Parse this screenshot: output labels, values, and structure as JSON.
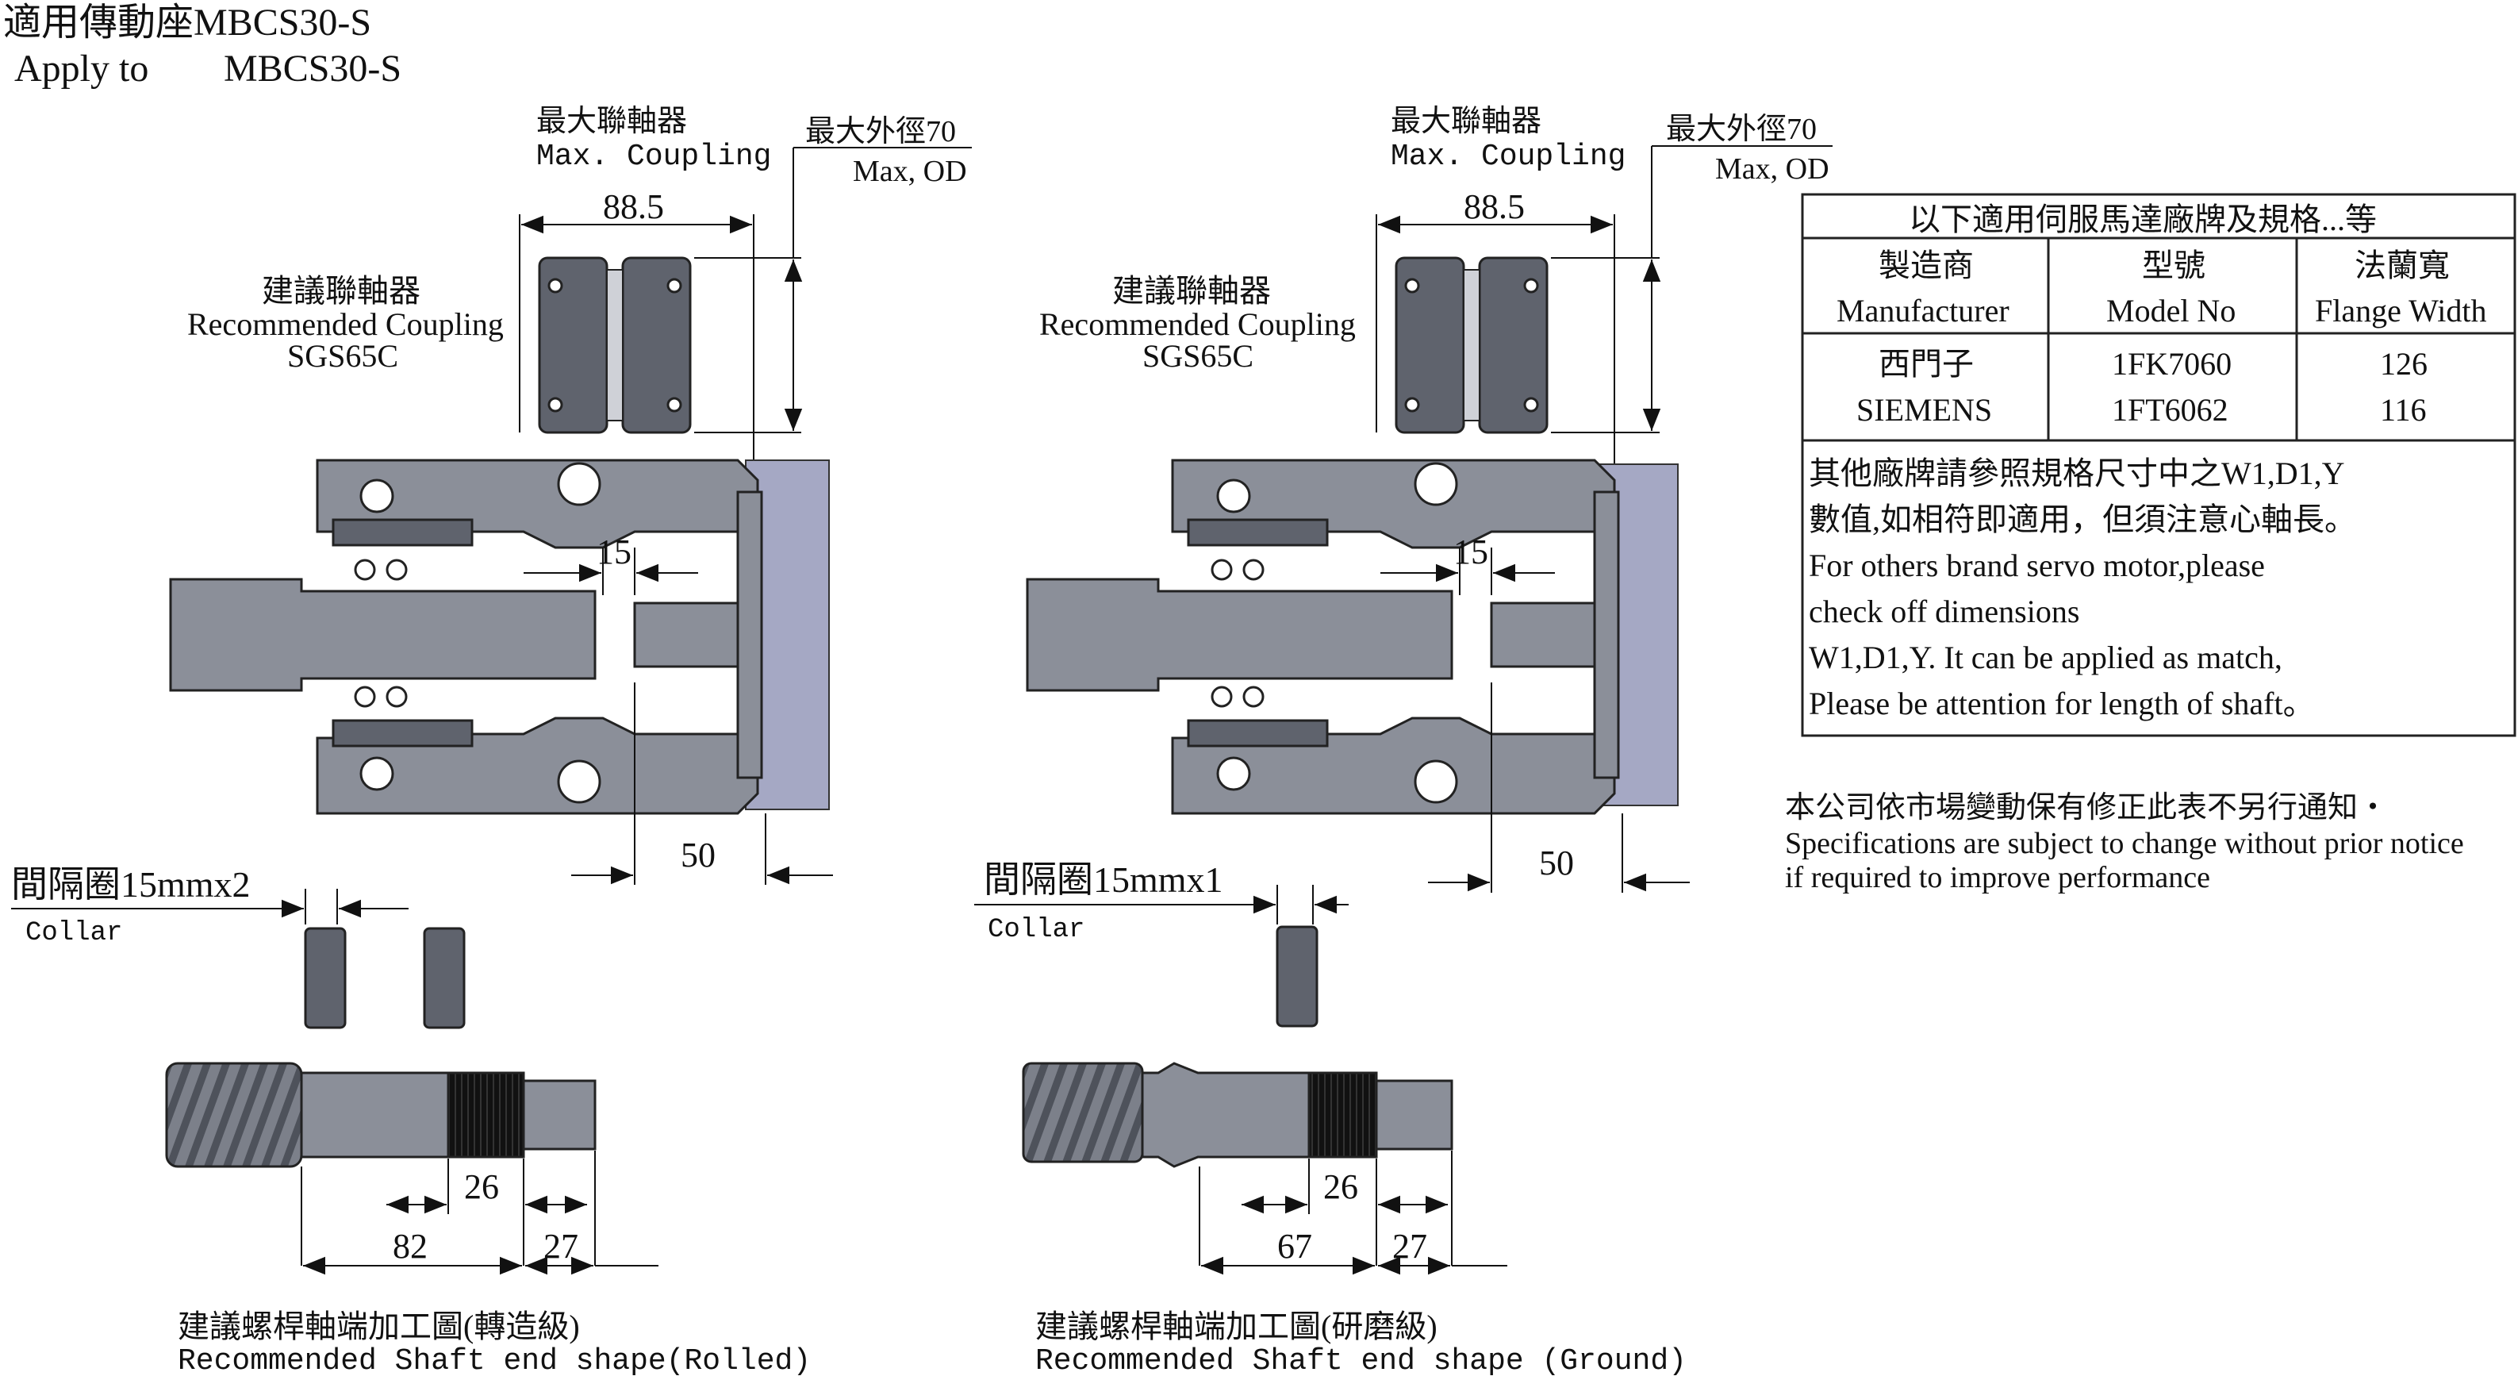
{
  "header": {
    "title_zh": "適用傳動座MBCS30-S",
    "title_en_label": "Apply to",
    "title_en_model": "MBCS30-S"
  },
  "left_assembly": {
    "max_coupling_zh": "最大聯軸器",
    "max_coupling_en": "Max. Coupling",
    "max_od_zh": "最大外徑70",
    "max_od_en": "Max, OD",
    "dim_coupling_len": "88.5",
    "recommended_zh": "建議聯軸器",
    "recommended_en": "Recommended Coupling",
    "recommended_model": "SGS65C",
    "dim_gap": "15",
    "dim_flange": "50",
    "collar_zh": "間隔圈15mmx2",
    "collar_en": "Collar",
    "dim_thread": "26",
    "dim_shaft": "82",
    "dim_end": "27",
    "shaft_caption_zh": "建議螺桿軸端加工圖(轉造級)",
    "shaft_caption_en": "Recommended Shaft end shape(Rolled)"
  },
  "right_assembly": {
    "max_coupling_zh": "最大聯軸器",
    "max_coupling_en": "Max. Coupling",
    "max_od_zh": "最大外徑70",
    "max_od_en": "Max, OD",
    "dim_coupling_len": "88.5",
    "recommended_zh": "建議聯軸器",
    "recommended_en": "Recommended Coupling",
    "recommended_model": "SGS65C",
    "dim_gap": "15",
    "dim_flange": "50",
    "collar_zh": "間隔圈15mmx1",
    "collar_en": "Collar",
    "dim_thread": "26",
    "dim_shaft": "67",
    "dim_end": "27",
    "shaft_caption_zh": "建議螺桿軸端加工圖(研磨級)",
    "shaft_caption_en": "Recommended Shaft end shape (Ground)"
  },
  "spec_table": {
    "title": "以下適用伺服馬達廠牌及規格...等",
    "headers_zh": [
      "製造商",
      "型號",
      "法蘭寬"
    ],
    "headers_en": [
      "Manufacturer",
      "Model No",
      "Flange Width"
    ],
    "rows": [
      [
        "西門子",
        "1FK7060",
        "126"
      ],
      [
        "SIEMENS",
        "1FT6062",
        "116"
      ]
    ],
    "notes": [
      "其他廠牌請參照規格尺寸中之W1,D1,Y",
      "數值,如相符即適用，但須注意心軸長。",
      "For others brand servo motor,please",
      "check off dimensions",
      "W1,D1,Y. It can be applied as match,",
      "Please be attention for length of shaft。"
    ]
  },
  "disclaimer": {
    "zh": "本公司依市場變動保有修正此表不另行通知・",
    "en1": "Specifications are subject to change without prior notice",
    "en2": " if required to improve performance"
  },
  "colors": {
    "part": "#8b8f99",
    "part_dark": "#5f636d",
    "motor": "#a5a8c4",
    "thread_black": "#111111"
  }
}
